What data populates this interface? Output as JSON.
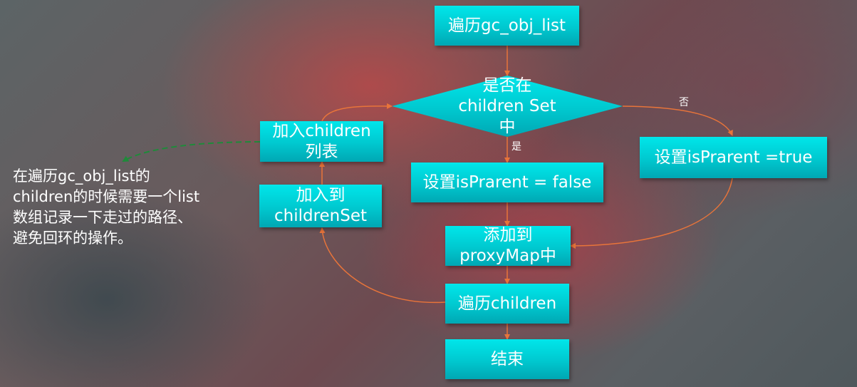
{
  "nodes": {
    "traverse_gc": "遍历gc_obj_list",
    "decision_line1": "是否在",
    "decision_line2": "children Set",
    "decision_line3": "中",
    "set_false": "设置isPrarent = false",
    "set_true": "设置isPrarent =true",
    "add_proxy_line1": "添加到",
    "add_proxy_line2": "proxyMap中",
    "traverse_children": "遍历children",
    "end": "结束",
    "add_set_line1": "加入到",
    "add_set_line2": "childrenSet",
    "add_list_line1": "加入children",
    "add_list_line2": "列表"
  },
  "edge_labels": {
    "yes": "是",
    "no": "否"
  },
  "note": {
    "line1": "在遍历gc_obj_list的",
    "line2": "children的时候需要一个list",
    "line3": "数组记录一下走过的路径、",
    "line4": "避免回环的操作。"
  },
  "colors": {
    "box": "#00c8cf",
    "arrow": "#e8743a",
    "dashed_arrow": "#1f8a3a",
    "text": "#ffffff"
  }
}
